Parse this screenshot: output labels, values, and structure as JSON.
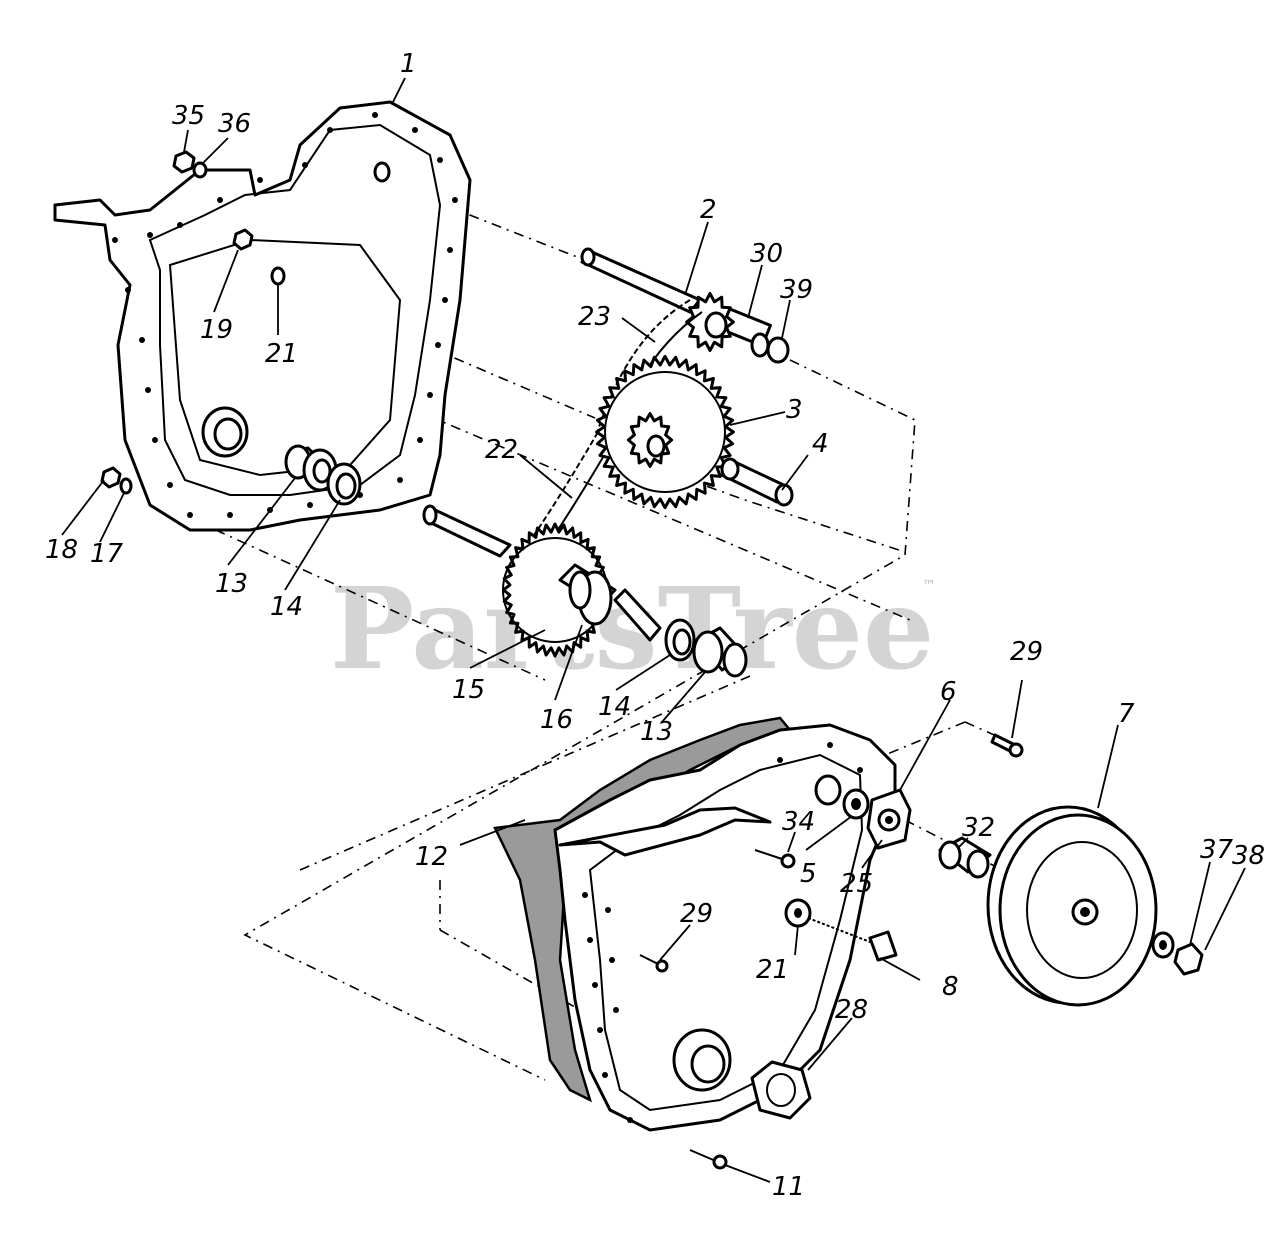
{
  "watermark": {
    "brand": "PartsTree",
    "trademark": "™"
  },
  "callouts": {
    "p1": "1",
    "p2": "2",
    "p3": "3",
    "p4": "4",
    "p5": "5",
    "p6": "6",
    "p7": "7",
    "p8": "8",
    "p11": "11",
    "p12": "12",
    "p13a": "13",
    "p13b": "13",
    "p14a": "14",
    "p14b": "14",
    "p15": "15",
    "p16": "16",
    "p17": "17",
    "p18": "18",
    "p19": "19",
    "p21a": "21",
    "p21b": "21",
    "p22": "22",
    "p23": "23",
    "p25": "25",
    "p28": "28",
    "p29a": "29",
    "p29b": "29",
    "p30": "30",
    "p32": "32",
    "p34": "34",
    "p35": "35",
    "p36": "36",
    "p37": "37",
    "p38": "38",
    "p39": "39"
  },
  "sprockets": {
    "upper": {
      "teeth": 12
    },
    "middle_large": {
      "teeth": 40
    },
    "middle_small": {
      "teeth": 12
    },
    "lower_large": {
      "teeth": 36
    }
  }
}
